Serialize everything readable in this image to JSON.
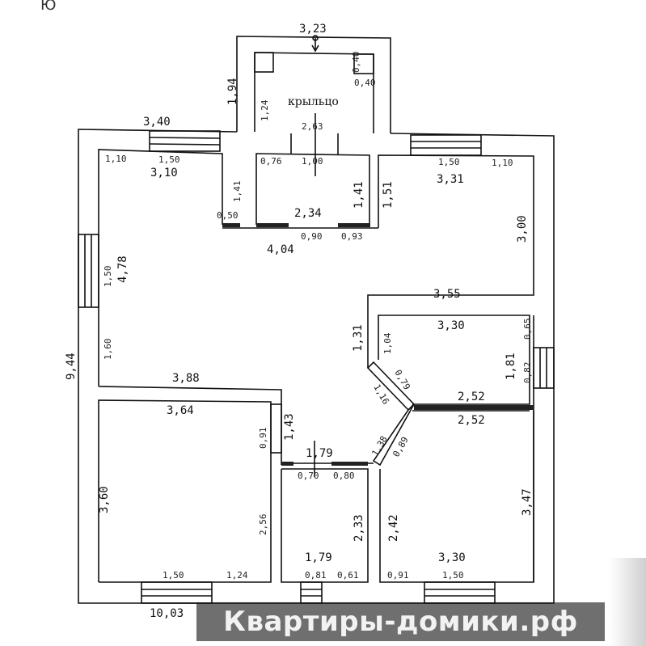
{
  "corner_text": "Ю",
  "porch_label": "крыльцо",
  "watermark": "Квартиры-домики.рф",
  "colors": {
    "wall": "#111111",
    "banner": "#6f6f6f",
    "logo_green": "#8bc34a"
  },
  "dims": {
    "porch_width": "3,23",
    "porch_depth": "1,94",
    "porch_inner_h": "1,24",
    "porch_sq_v": "0,40",
    "porch_sq_h": "0,40",
    "porch_inner_w": "2,63",
    "top_left_win": "3,40",
    "r1_a": "1,10",
    "r1_b": "1,50",
    "r1_w": "3,10",
    "r1_h": "1,41",
    "r1_d": "0,50",
    "c_a": "0,76",
    "c_b": "1,00",
    "c_h": "1,41",
    "c_w": "2,34",
    "c_d1": "0,90",
    "c_d2": "0,93",
    "r2_h": "1,51",
    "r2_a": "1,50",
    "r2_b": "1,10",
    "r2_w": "3,31",
    "r2_h2": "3,00",
    "liv_w": "4,04",
    "liv_h": "4,78",
    "liv_win": "1,50",
    "liv_low": "1,60",
    "total_h": "9,44",
    "hall_w": "3,55",
    "hall_h": "1,31",
    "r3_w": "3,30",
    "r3_h": "1,04",
    "r3_h2": "1,81",
    "r3_w1": "0,65",
    "r3_w2": "0,82",
    "r3_d": "0,79",
    "r3_d2": "1,16",
    "r3_bottom": "2,52",
    "r4_top": "2,52",
    "r4_h": "3,47",
    "r4_h2": "2,42",
    "r4_w": "3,30",
    "r4_a": "0,91",
    "r4_b": "1,50",
    "r4_d1": "1,38",
    "r4_d2": "0,89",
    "liv_bot": "3,88",
    "r5_w": "3,64",
    "r5_d": "0,91",
    "r5_h1": "1,43",
    "r5_h": "3,60",
    "r5_h2": "2,56",
    "r5_a": "1,50",
    "r5_b": "1,24",
    "b_top": "1,79",
    "b_d1": "0,70",
    "b_d2": "0,80",
    "b_h": "2,33",
    "b_w": "1,79",
    "b_a": "0,81",
    "b_b": "0,61",
    "total_w": "10,03"
  }
}
